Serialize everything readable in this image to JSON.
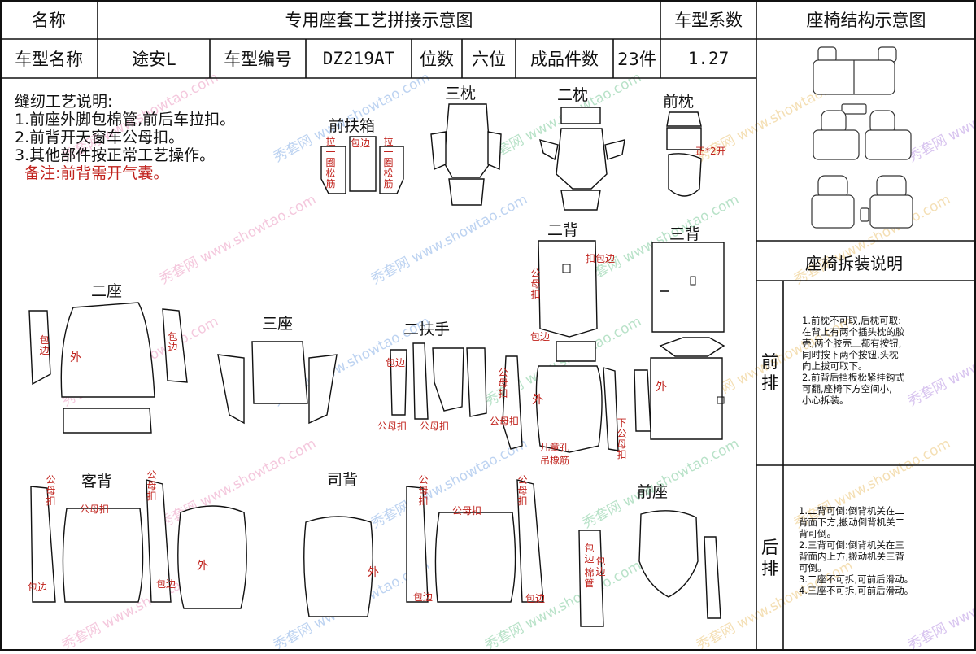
{
  "header": {
    "name_label": "名称",
    "title": "专用座套工艺拼接示意图",
    "model_coeff_label": "车型系数",
    "structure_title": "座椅结构示意图"
  },
  "info": {
    "model_name_label": "车型名称",
    "model_name": "途安L",
    "model_no_label": "车型编号",
    "model_no": "DZ219AT",
    "seats_label": "位数",
    "seats": "六位",
    "pieces_label": "成品件数",
    "pieces": "23件",
    "coeff": "1.27"
  },
  "notes": {
    "heading": "缝纫工艺说明:",
    "items": [
      "1.前座外脚包棉管,前后车拉扣。",
      "2.前背开天窗车公母扣。",
      "3.其他部件按正常工艺操作。"
    ],
    "remark": "备注:前背需开气囊。"
  },
  "parts": {
    "front_armbox": "前扶箱",
    "third_headrest": "三枕",
    "second_headrest": "二枕",
    "front_headrest": "前枕",
    "second_back": "二背",
    "third_back": "三背",
    "second_seat": "二座",
    "third_seat": "三座",
    "second_armrest": "二扶手",
    "passenger_back": "客背",
    "driver_back": "司背",
    "front_seat": "前座"
  },
  "annotations": {
    "pull_rubber": "拉一圈松筋",
    "wrap_edge": "包边",
    "outside": "外",
    "snap": "公母扣",
    "open2": "正*2开",
    "snap_wrap": "扣包边",
    "kids_l": "儿童孔",
    "rubber_band": "吊橡筋",
    "below": "下公母扣",
    "tube": "棉管"
  },
  "side": {
    "removal_title": "座椅拆装说明",
    "front_row": "前排",
    "rear_row": "后排",
    "front_text": [
      "1.前枕不可取,后枕可取:",
      "在背上有两个插头枕的胶",
      "壳,两个胶壳上都有按钮,",
      "同时按下两个按钮,头枕",
      "向上拔可取下。",
      "2.前背后挡板松紧挂钩式",
      "可翻,座椅下方空间小,",
      "小心拆装。"
    ],
    "rear_text": [
      "1.二背可倒:倒背机关在二",
      "背面下方,搬动倒背机关二",
      "背可倒。",
      "2.三背可倒:倒背机关在三",
      "背面内上方,搬动机关三背",
      "可倒。",
      "3.二座不可拆,可前后滑动。",
      "4.三座不可拆,可前后滑动。"
    ]
  },
  "watermark": {
    "text": "秀套网 www.showtao.com"
  }
}
